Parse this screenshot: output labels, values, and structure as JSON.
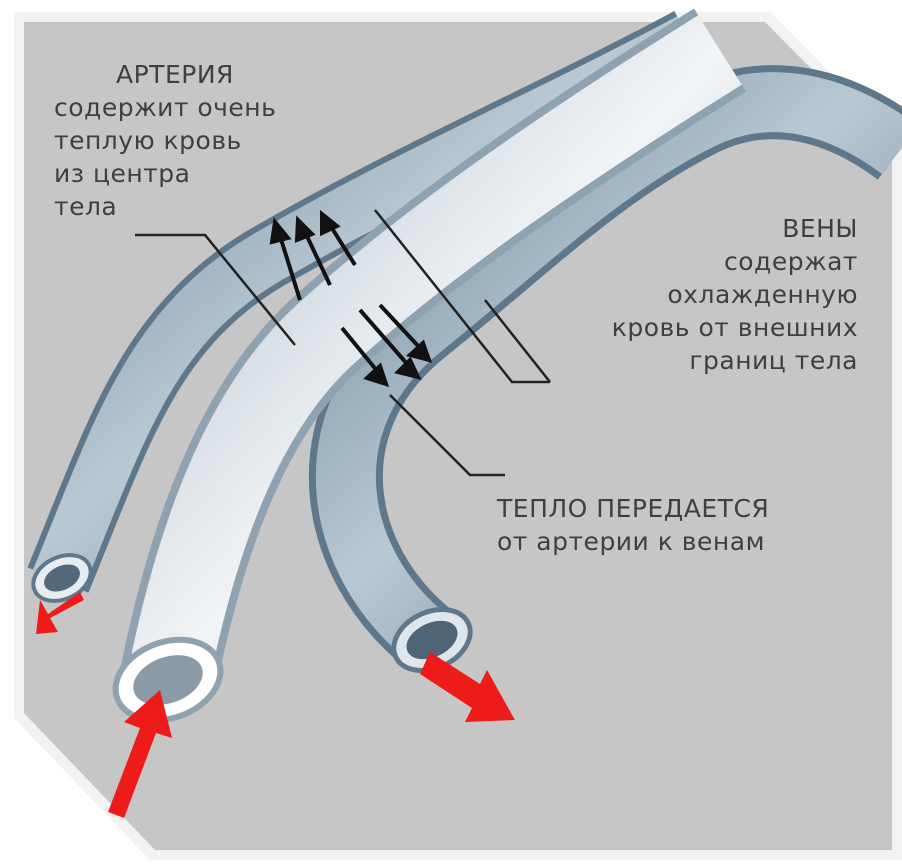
{
  "artery": {
    "title": "АРТЕРИЯ",
    "lines": [
      "содержит очень",
      "теплую кровь",
      "из центра",
      "тела"
    ]
  },
  "veins": {
    "title": "ВЕНЫ",
    "lines": [
      "содержат",
      "охлажденную",
      "кровь от внешних",
      "границ тела"
    ]
  },
  "heat": {
    "lines": [
      "ТЕПЛО ПЕРЕДАЕТСЯ",
      "от артерии к венам"
    ]
  },
  "colors": {
    "background": "#c6c6c6",
    "vessel": "#8fa6b8",
    "artery": "#dfe6ea",
    "flow_arrow": "#ee1b1b",
    "text": "#3f3f3f"
  }
}
